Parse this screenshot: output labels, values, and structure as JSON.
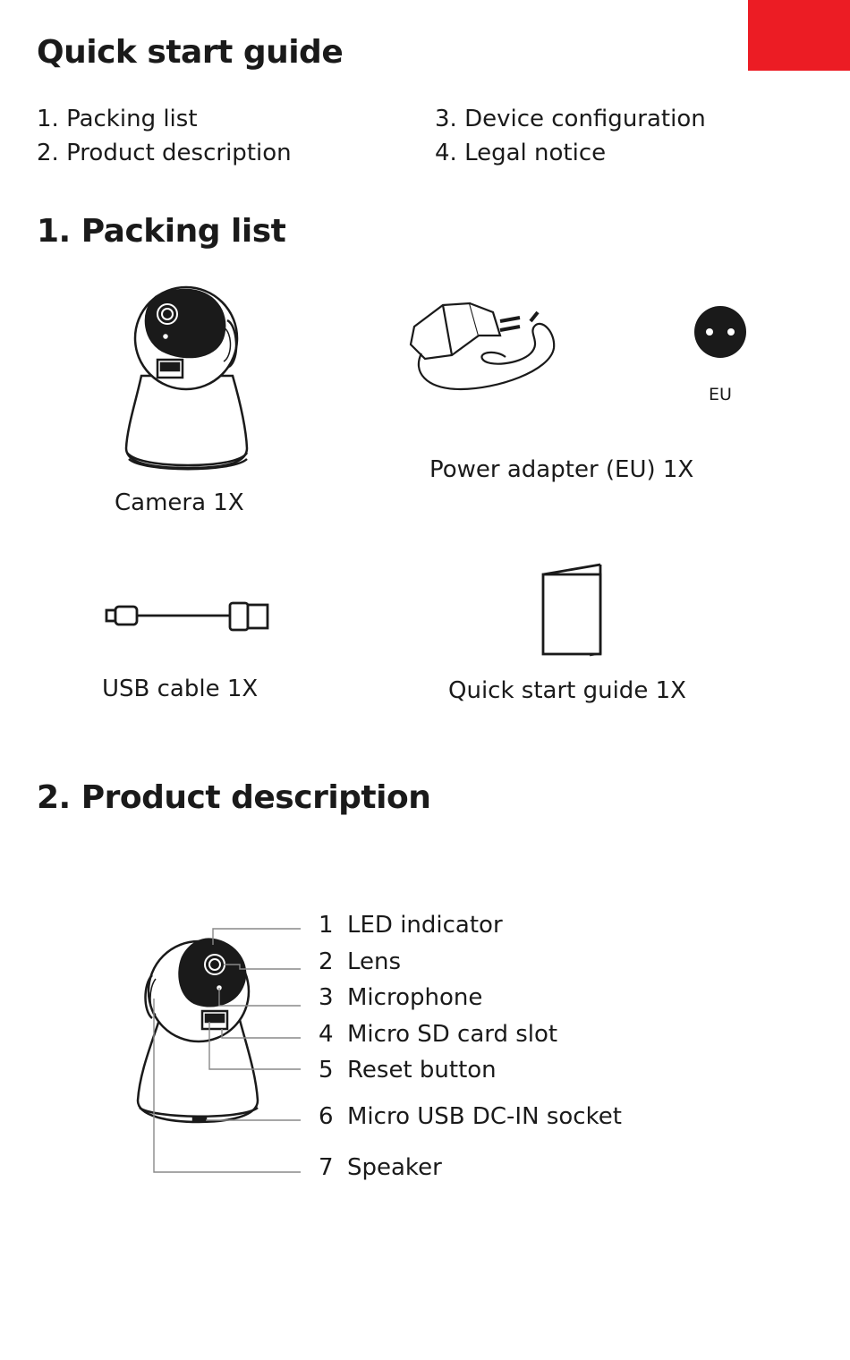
{
  "header": {
    "title": "Quick start guide"
  },
  "toc": {
    "items": [
      "1. Packing list",
      "2. Product description",
      "3. Device configuration",
      "4. Legal notice"
    ]
  },
  "packing": {
    "heading": "1. Packing list",
    "camera_label": "Camera 1X",
    "adapter_label": "Power adapter (EU) 1X",
    "plug_label": "EU",
    "usb_label": "USB cable 1X",
    "guide_label": "Quick start guide 1X"
  },
  "description": {
    "heading": "2. Product description",
    "parts": [
      {
        "num": "1",
        "label": "LED indicator"
      },
      {
        "num": "2",
        "label": "Lens"
      },
      {
        "num": "3",
        "label": "Microphone"
      },
      {
        "num": "4",
        "label": "Micro SD card slot"
      },
      {
        "num": "5",
        "label": "Reset button"
      },
      {
        "num": "6",
        "label": "Micro USB DC-IN socket"
      },
      {
        "num": "7",
        "label": "Speaker"
      }
    ]
  },
  "colors": {
    "accent": "#ec1c24",
    "text": "#1a1a1a"
  },
  "icons": [
    "camera-icon",
    "power-adapter-icon",
    "eu-plug-icon",
    "usb-cable-icon",
    "booklet-icon",
    "camera-diagram-icon"
  ]
}
